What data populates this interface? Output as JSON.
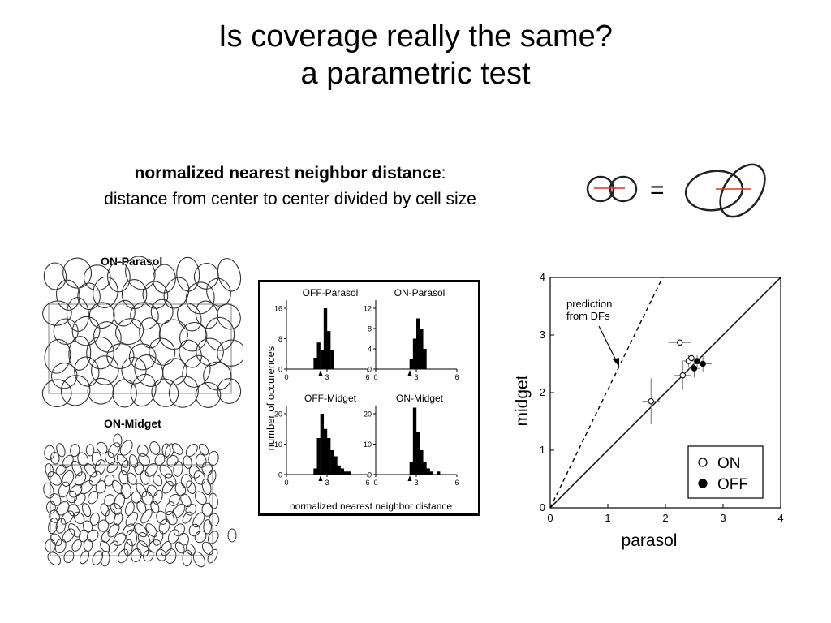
{
  "slide": {
    "title_line1": "Is coverage really the same?",
    "title_line2": "a parametric test"
  },
  "definition": {
    "term": "normalized nearest neighbor distance",
    "colon": ":",
    "text": "distance from center to center divided by cell size",
    "equals": "="
  },
  "mosaics": {
    "on_parasol_label": "ON-Parasol",
    "on_midget_label": "ON-Midget"
  },
  "histograms": {
    "ylabel": "number of occurences",
    "xlabel": "normalized nearest neighbor distance",
    "panels": [
      {
        "name": "OFF-Parasol",
        "yticks": [
          "16",
          "8",
          "0"
        ],
        "xticks": [
          "0",
          "3",
          "6"
        ],
        "bins": [
          0,
          0,
          0,
          0,
          0,
          0,
          0,
          0,
          3,
          7,
          5,
          16,
          10,
          5,
          0,
          0,
          0,
          0,
          0,
          0,
          0,
          0,
          0,
          0
        ],
        "ymax": 16
      },
      {
        "name": "ON-Parasol",
        "yticks": [
          "12",
          "8",
          "4",
          "0"
        ],
        "xticks": [
          "0",
          "3",
          "6"
        ],
        "bins": [
          0,
          0,
          0,
          0,
          0,
          0,
          0,
          0,
          0,
          0,
          2,
          6,
          10,
          8,
          4,
          0,
          0,
          0,
          0,
          0,
          0,
          0,
          0,
          0
        ],
        "ymax": 14
      },
      {
        "name": "OFF-Midget",
        "yticks": [
          "20",
          "10",
          "0"
        ],
        "xticks": [
          "0",
          "3",
          "6"
        ],
        "bins": [
          0,
          0,
          0,
          0,
          0,
          0,
          0,
          0,
          2,
          12,
          20,
          15,
          12,
          8,
          6,
          3,
          2,
          1,
          1,
          0,
          0,
          0,
          0,
          0
        ],
        "ymax": 22
      },
      {
        "name": "ON-Midget",
        "yticks": [
          "20",
          "10",
          "0"
        ],
        "xticks": [
          "0",
          "3",
          "6"
        ],
        "bins": [
          0,
          0,
          0,
          0,
          0,
          0,
          0,
          0,
          0,
          0,
          4,
          22,
          14,
          8,
          4,
          2,
          1,
          0,
          1,
          0,
          0,
          0,
          0,
          0
        ],
        "ymax": 22
      }
    ]
  },
  "chart_data": {
    "type": "scatter",
    "xlabel": "parasol",
    "ylabel": "midget",
    "xlim": [
      0,
      4
    ],
    "ylim": [
      0,
      4
    ],
    "xticks": [
      "0",
      "1",
      "2",
      "3",
      "4"
    ],
    "yticks": [
      "0",
      "1",
      "2",
      "3",
      "4"
    ],
    "annotation": "prediction from DFs",
    "annotation_line1": "prediction",
    "annotation_line2": "from DFs",
    "lines": [
      {
        "style": "solid",
        "points": [
          [
            0,
            0
          ],
          [
            4,
            4
          ]
        ]
      },
      {
        "style": "dashed",
        "points": [
          [
            0,
            0
          ],
          [
            1.95,
            4
          ]
        ]
      }
    ],
    "series": [
      {
        "name": "ON",
        "marker": "open",
        "points": [
          {
            "x": 2.25,
            "y": 2.87,
            "xerr": 0.2,
            "yerr": 0.05
          },
          {
            "x": 1.75,
            "y": 1.85,
            "xerr": 0.15,
            "yerr": 0.4
          },
          {
            "x": 2.4,
            "y": 2.55,
            "xerr": 0.1,
            "yerr": 0.1
          },
          {
            "x": 2.45,
            "y": 2.6,
            "xerr": 0.05,
            "yerr": 0.05
          },
          {
            "x": 2.3,
            "y": 2.3,
            "xerr": 0.15,
            "yerr": 0.25
          }
        ]
      },
      {
        "name": "OFF",
        "marker": "filled",
        "points": [
          {
            "x": 2.65,
            "y": 2.5,
            "xerr": 0.15,
            "yerr": 0.15
          },
          {
            "x": 2.5,
            "y": 2.42,
            "xerr": 0.1,
            "yerr": 0.15
          },
          {
            "x": 2.55,
            "y": 2.55,
            "xerr": 0.05,
            "yerr": 0.1
          }
        ]
      }
    ],
    "legend": [
      "ON",
      "OFF"
    ],
    "legend_position": "bottom-right"
  }
}
